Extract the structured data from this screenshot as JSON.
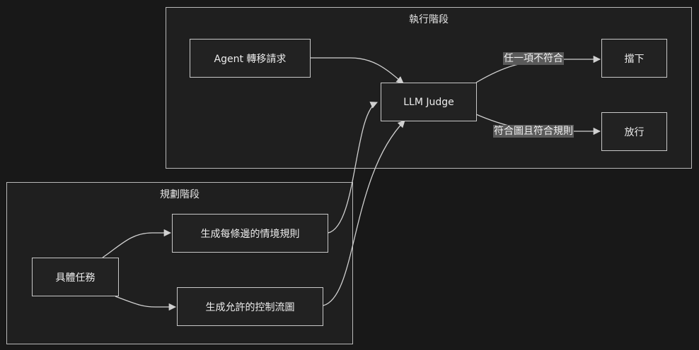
{
  "clusters": {
    "execution": {
      "title": "執行階段"
    },
    "planning": {
      "title": "規劃階段"
    }
  },
  "nodes": {
    "agent_request": "Agent 轉移請求",
    "llm_judge": "LLM Judge",
    "block": "擋下",
    "allow": "放行",
    "concrete_task": "具體任務",
    "edge_rules": "生成每條邊的情境規則",
    "control_flow": "生成允許的控制流圖"
  },
  "edge_labels": {
    "any_mismatch": "任一項不符合",
    "graph_and_rules_match": "符合圖且符合規則"
  },
  "colors": {
    "background": "#181818",
    "cluster_fill": "#1f1f1f",
    "border": "#c8c8c8",
    "edge": "#d0d0d0",
    "edge_label_bg": "#5a5a5a"
  }
}
